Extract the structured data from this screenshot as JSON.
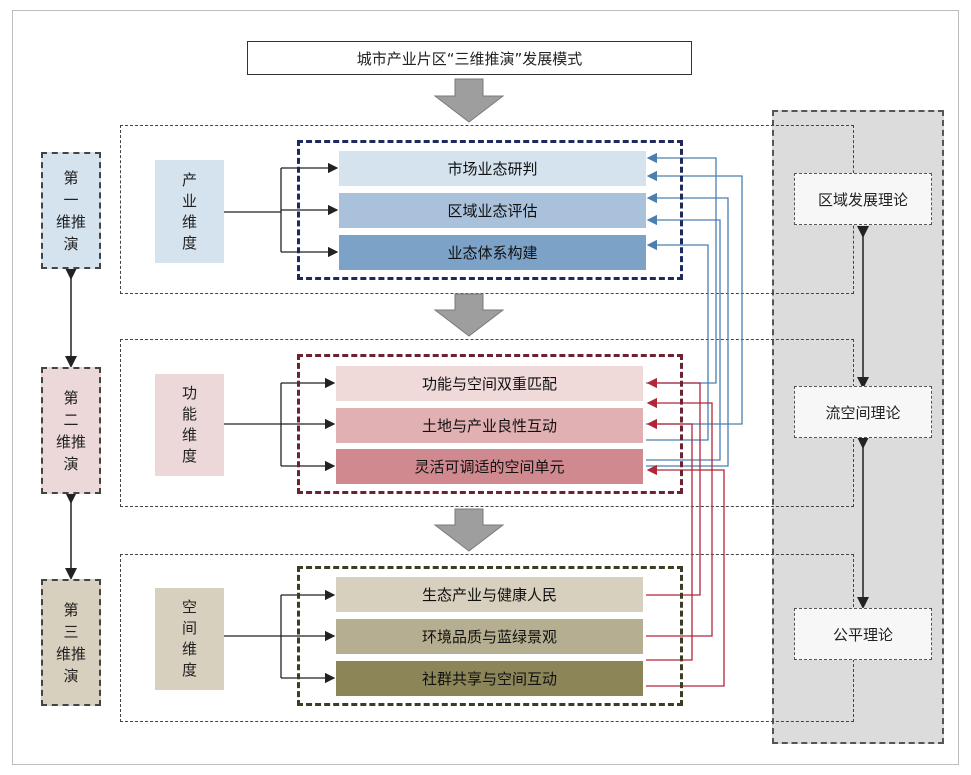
{
  "title": "城市产业片区“三维推演”发展模式",
  "stages": [
    {
      "label": "第\n一\n维推\n演"
    },
    {
      "label": "第\n二\n维推\n演"
    },
    {
      "label": "第\n三\n维推\n演"
    }
  ],
  "dimensions": [
    {
      "label": "产\n业\n维\n度",
      "items": [
        "市场业态研判",
        "区域业态评估",
        "业态体系构建"
      ]
    },
    {
      "label": "功\n能\n维\n度",
      "items": [
        "功能与空间双重匹配",
        "土地与产业良性互动",
        "灵活可调适的空间单元"
      ]
    },
    {
      "label": "空\n间\n维\n度",
      "items": [
        "生态产业与健康人民",
        "环境品质与蓝绿景观",
        "社群共享与空间互动"
      ]
    }
  ],
  "theories": [
    "区域发展理论",
    "流空间理论",
    "公平理论"
  ],
  "colors": {
    "stage_bg": [
      "#d5e3ee",
      "#ecd8d8",
      "#d8d0bf"
    ],
    "dim_bg": [
      "#d5e3ee",
      "#ecd8d8",
      "#d8d0bf"
    ],
    "inner_border": [
      "#1f2a5c",
      "#6b2332",
      "#3d3d26"
    ],
    "items_row1": [
      "#d5e3ee",
      "#aac1dc",
      "#7da2c7"
    ],
    "items_row2": [
      "#efd9d9",
      "#e1b0b3",
      "#d08a8f"
    ],
    "items_row3": [
      "#d8d0bf",
      "#b6ae90",
      "#8b8557"
    ],
    "blue_link": "#4a7fb0",
    "red_link": "#b2263a"
  }
}
